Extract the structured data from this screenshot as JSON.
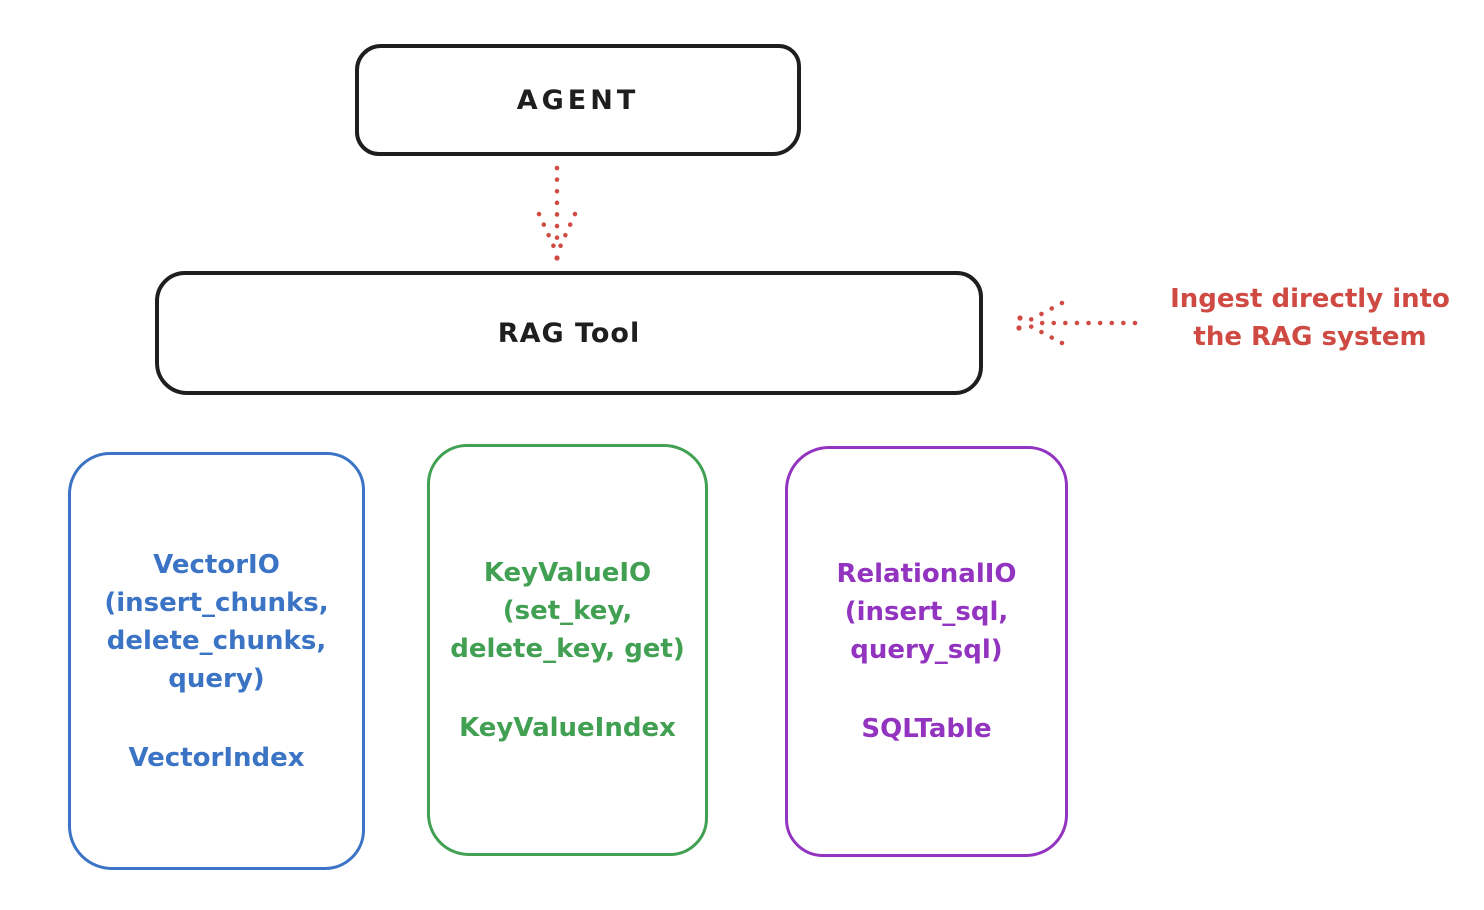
{
  "colors": {
    "background": "#ffffff",
    "ink": "#1e1e1e",
    "red": "#cf4a42",
    "blue": "#3b74c4",
    "green": "#41a052",
    "purple": "#9334c1"
  },
  "agent": {
    "label": "AGENT"
  },
  "rag_tool": {
    "label": "RAG Tool"
  },
  "annotation": {
    "line1": "Ingest directly into",
    "line2": "the RAG system"
  },
  "arrows": [
    {
      "name": "agent-to-rag",
      "style": "dotted",
      "color": "#cf4a42",
      "direction": "down"
    },
    {
      "name": "ingest-into-rag",
      "style": "dotted",
      "color": "#cf4a42",
      "direction": "left"
    }
  ],
  "stores": [
    {
      "id": "vector-io",
      "color": "#3b74c4",
      "line1": "VectorIO",
      "line2": "(insert_chunks,",
      "line3": "delete_chunks,",
      "line4": "query)",
      "index": "VectorIndex"
    },
    {
      "id": "keyvalue-io",
      "color": "#41a052",
      "line1": "KeyValueIO",
      "line2": "(set_key,",
      "line3": "delete_key, get)",
      "index": "KeyValueIndex"
    },
    {
      "id": "relational-io",
      "color": "#9334c1",
      "line1": "RelationalIO",
      "line2": "(insert_sql,",
      "line3": "query_sql)",
      "index": "SQLTable"
    }
  ]
}
